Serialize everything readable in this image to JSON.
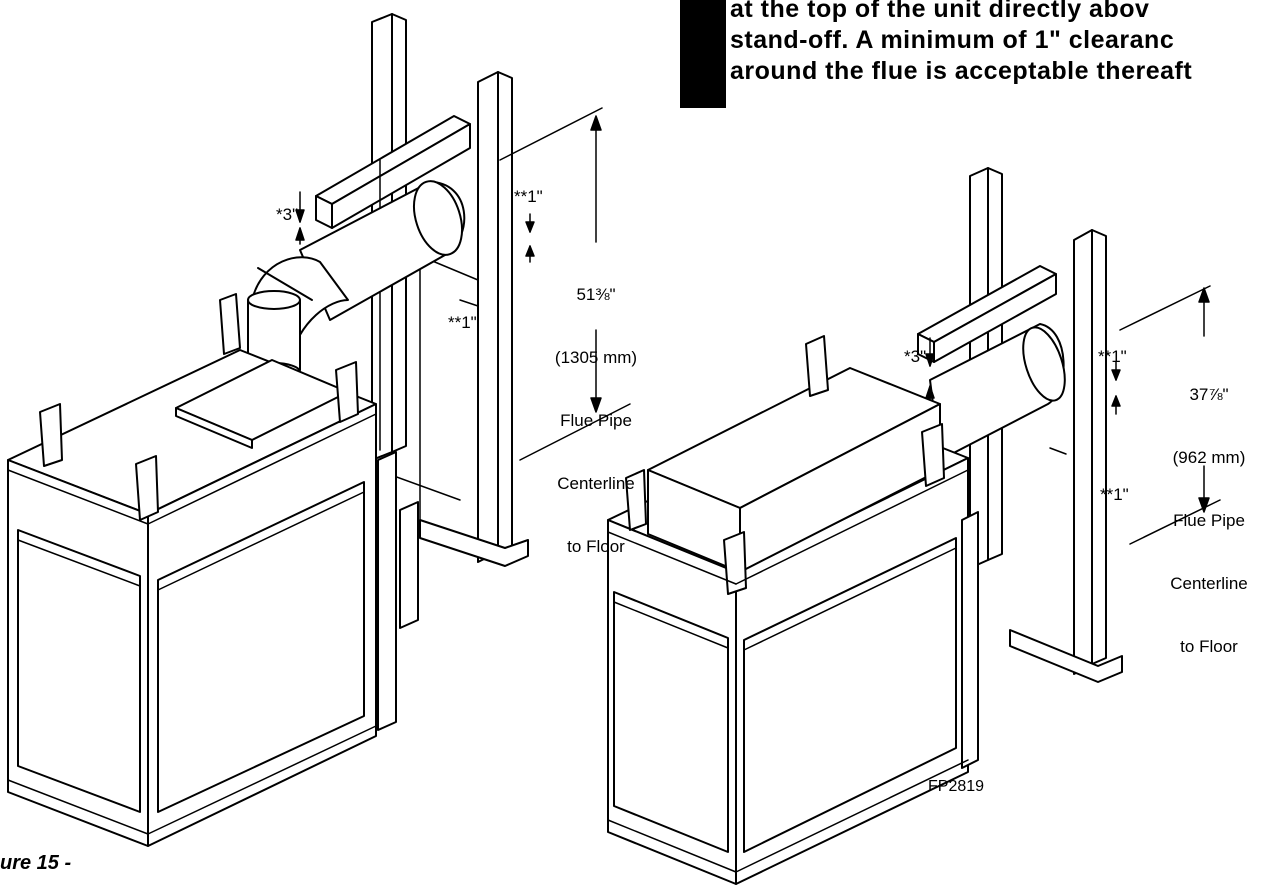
{
  "warning": {
    "lines": [
      "at the top of the unit directly abov",
      "stand-off. A minimum of 1\" clearanc",
      "around the flue is acceptable thereaft"
    ]
  },
  "left_unit": {
    "clearance_top": "*3\"",
    "clearance_side_upper": "**1\"",
    "clearance_side_lower": "**1\"",
    "height_fraction": "51⅜\"",
    "height_metric": "(1305 mm)",
    "label_line1": "Flue Pipe",
    "label_line2": "Centerline",
    "label_line3": "to Floor"
  },
  "right_unit": {
    "clearance_top": "*3\"",
    "clearance_side_upper": "**1\"",
    "clearance_side_lower": "**1\"",
    "height_fraction": "37⅞\"",
    "height_metric": "(962 mm)",
    "label_line1": "Flue Pipe",
    "label_line2": "Centerline",
    "label_line3": "to Floor"
  },
  "drawing_code": "FP2819",
  "figure_caption": "ure 15 -"
}
